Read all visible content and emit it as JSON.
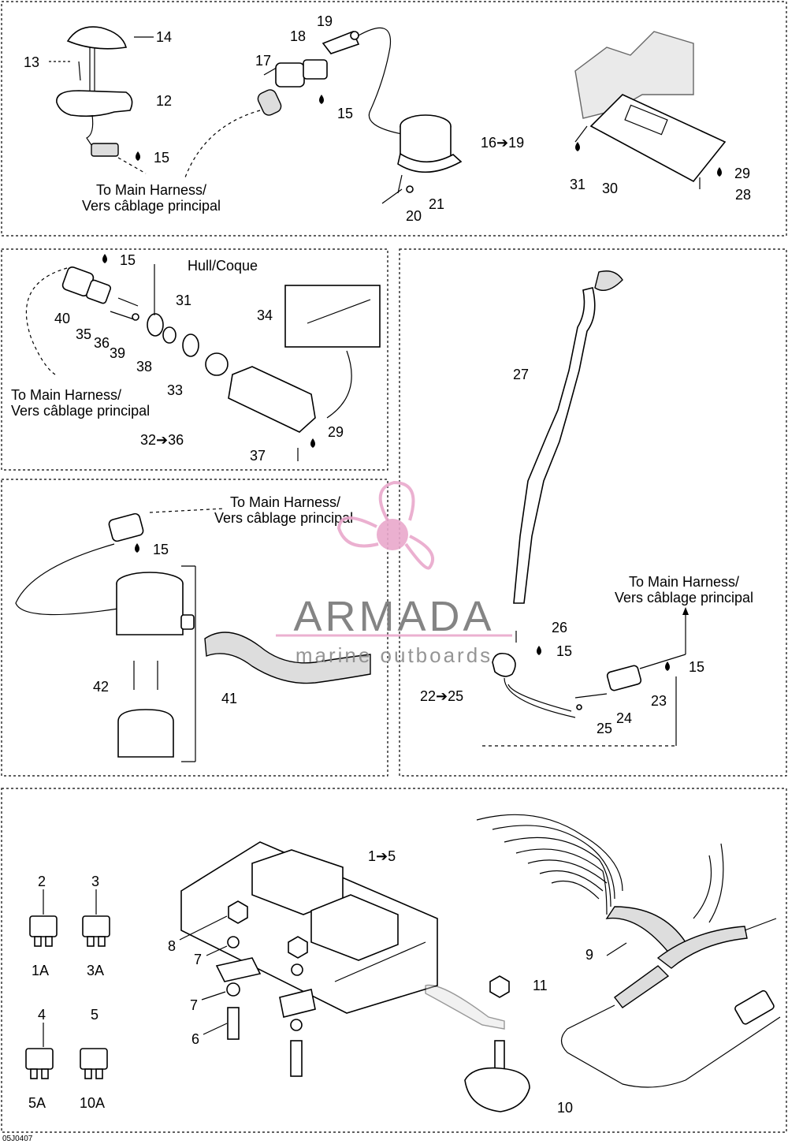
{
  "labels": {
    "p14": "14",
    "p13": "13",
    "p12": "12",
    "p15a": "15",
    "p19": "19",
    "p18": "18",
    "p17": "17",
    "p15b": "15",
    "p16_19": "16➔19",
    "p21": "21",
    "p20": "20",
    "p31a": "31",
    "p30": "30",
    "p29a": "29",
    "p28": "28",
    "p15c": "15",
    "hull": "Hull/Coque",
    "p31b": "31",
    "p34": "34",
    "p40": "40",
    "p35": "35",
    "p36": "36",
    "p39": "39",
    "p38": "38",
    "p33": "33",
    "p29b": "29",
    "p32_36": "32➔36",
    "p37": "37",
    "p27": "27",
    "p26": "26",
    "p15d": "15",
    "p22_25": "22➔25",
    "p15e": "15",
    "p23": "23",
    "p24": "24",
    "p25": "25",
    "p15f": "15",
    "p42": "42",
    "p41": "41",
    "p2": "2",
    "p3": "3",
    "p1A": "1A",
    "p3A": "3A",
    "p4": "4",
    "p5": "5",
    "p5A": "5A",
    "p10A": "10A",
    "p1_5": "1➔5",
    "p8": "8",
    "p7a": "7",
    "p7b": "7",
    "p6": "6",
    "p11": "11",
    "p9": "9",
    "p10": "10"
  },
  "harness": {
    "h1a": "To Main Harness/",
    "h1b": "Vers câblage principal",
    "h2a": "To Main Harness/",
    "h2b": "Vers câblage principal",
    "h3a": "To Main Harness/",
    "h3b": "Vers câblage principal",
    "h4a": "To Main Harness/",
    "h4b": "Vers câblage principal"
  },
  "watermark": {
    "title": "ARMADA",
    "subtitle": "marine outboards",
    "accent": "#e9a8cc"
  },
  "footer": {
    "code": "05J0407"
  }
}
